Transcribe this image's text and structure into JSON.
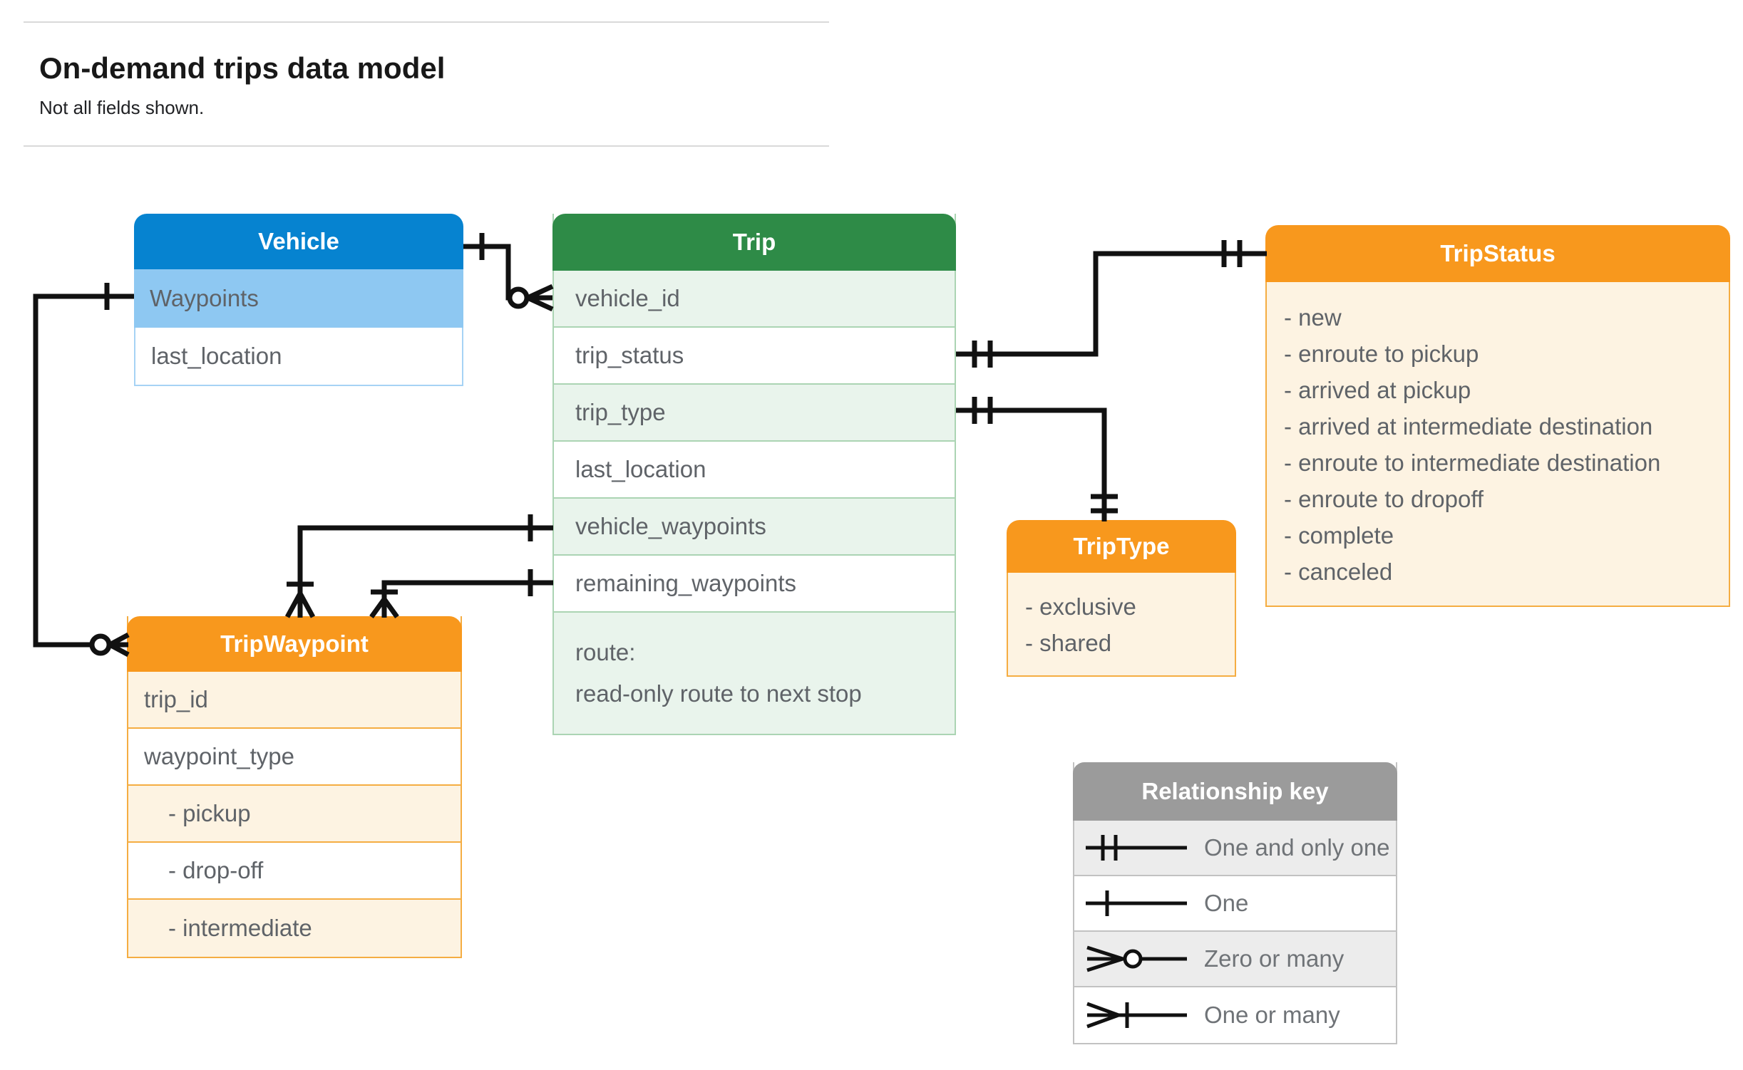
{
  "header": {
    "title": "On-demand trips data model",
    "subtitle": "Not all fields shown."
  },
  "tables": {
    "vehicle": {
      "title": "Vehicle",
      "rows": [
        "Waypoints",
        "last_location"
      ]
    },
    "trip": {
      "title": "Trip",
      "rows": [
        "vehicle_id",
        "trip_status",
        "trip_type",
        "last_location",
        "vehicle_waypoints",
        "remaining_waypoints"
      ],
      "route": {
        "line1": "route:",
        "line2": "read-only route to next stop"
      }
    },
    "tripStatus": {
      "title": "TripStatus",
      "items": [
        "- new",
        "- enroute to pickup",
        "- arrived at pickup",
        "- arrived at intermediate destination",
        "- enroute to intermediate destination",
        "- enroute to dropoff",
        "- complete",
        "- canceled"
      ]
    },
    "tripType": {
      "title": "TripType",
      "items": [
        "- exclusive",
        "- shared"
      ]
    },
    "tripWaypoint": {
      "title": "TripWaypoint",
      "rows": [
        "trip_id",
        "waypoint_type",
        "- pickup",
        "- drop-off",
        "- intermediate"
      ]
    }
  },
  "legend": {
    "title": "Relationship key",
    "items": [
      {
        "symbol": "one-and-only-one",
        "label": "One and only one"
      },
      {
        "symbol": "one",
        "label": "One"
      },
      {
        "symbol": "zero-or-many",
        "label": "Zero or many"
      },
      {
        "symbol": "one-or-many",
        "label": "One or many"
      }
    ]
  },
  "colors": {
    "vehicle-header": "#0683d0",
    "vehicle-row": "#8ec8f2",
    "vehicle-border": "#a6d3f5",
    "trip-header": "#2e8b47",
    "trip-row-tint": "#e9f4ec",
    "trip-border": "#abd4b3",
    "orange-header": "#f8981d",
    "orange-row": "#fdf3e2",
    "orange-border": "#f5ad42",
    "key-header": "#9b9b9b",
    "key-row": "#ececec",
    "key-border": "#c2c2c2",
    "line": "#111111",
    "text": "#5f6368"
  }
}
